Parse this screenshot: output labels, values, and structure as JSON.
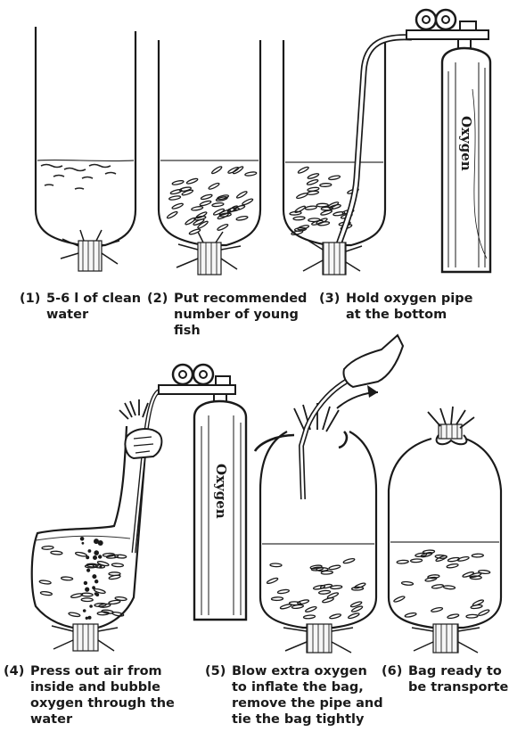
{
  "steps": [
    {
      "number": "(1)",
      "lines": [
        "5-6 l of clean",
        "water"
      ]
    },
    {
      "number": "(2)",
      "lines": [
        "Put recommended",
        "number of young",
        "fish"
      ]
    },
    {
      "number": "(3)",
      "lines": [
        "Hold oxygen pipe",
        "at the bottom"
      ]
    },
    {
      "number": "(4)",
      "lines": [
        "Press out air from",
        "inside and bubble",
        "oxygen through the",
        "water"
      ]
    },
    {
      "number": "(5)",
      "lines": [
        "Blow extra oxygen",
        "to inflate the bag,",
        "remove the pipe and",
        "tie the bag tightly"
      ]
    },
    {
      "number": "(6)",
      "lines": [
        "Bag ready to",
        "be transported"
      ]
    }
  ],
  "cylinder_labels": {
    "top": "Oxygen",
    "bottom": "Oxygen"
  }
}
